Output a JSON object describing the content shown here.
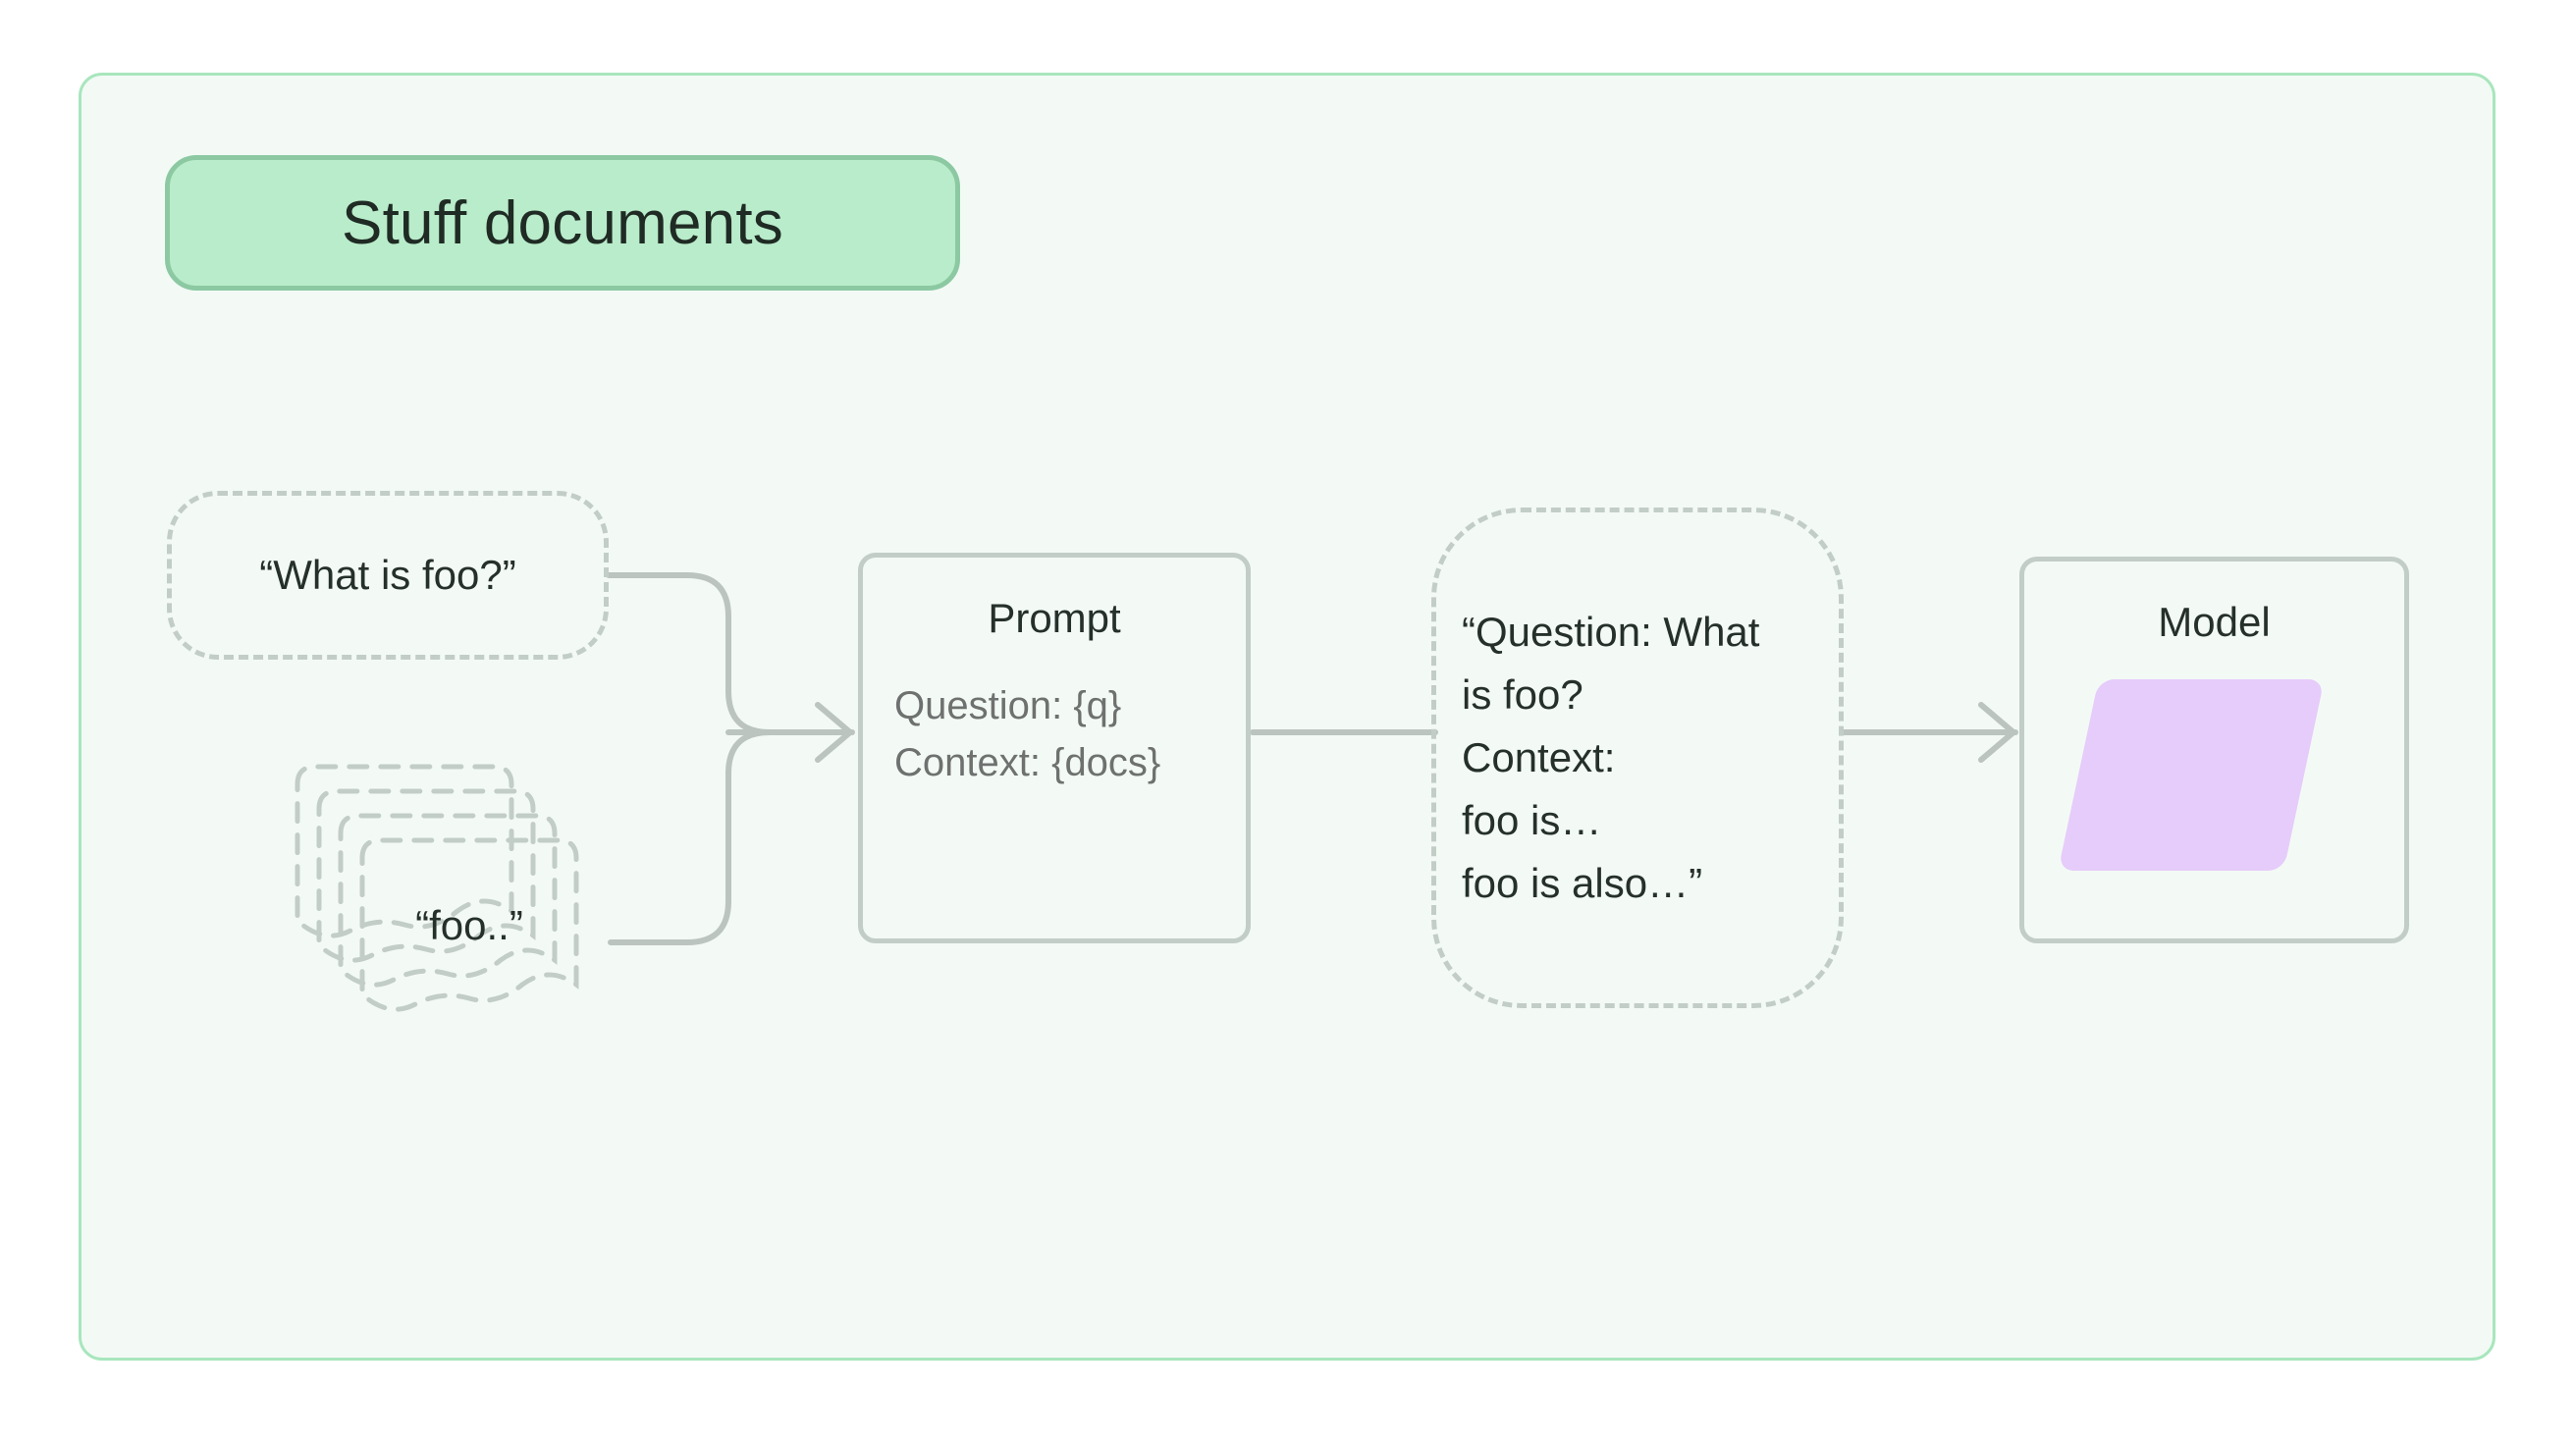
{
  "page": {
    "background": "#ffffff"
  },
  "container": {
    "background": "#f3faf5",
    "border_color": "#a8e6bd"
  },
  "title": {
    "label": "Stuff documents",
    "fill": "#b9ecca",
    "border_color": "#8cc9a3",
    "text_color": "#1f2b24"
  },
  "nodes": {
    "question": {
      "label": "“What is foo?”",
      "style": "dashed-pill",
      "border_color": "#c3cdc7"
    },
    "documents": {
      "label": "“foo..”",
      "style": "dashed-document-stack",
      "count": 4,
      "border_color": "#c3cdc7"
    },
    "prompt": {
      "title": "Prompt",
      "lines": [
        "Question: {q}",
        "Context: {docs}"
      ],
      "style": "solid-rounded-box",
      "border_color": "#c3cdc7",
      "title_color": "#26302b",
      "line_color": "#6e716f"
    },
    "filled_prompt": {
      "lines": [
        "“Question: What",
        "is foo?",
        "Context:",
        "foo is…",
        "foo is also…”"
      ],
      "style": "dashed-blob",
      "border_color": "#c3cdc7",
      "text_color": "#26302b"
    },
    "model": {
      "title": "Model",
      "style": "solid-rounded-box",
      "border_color": "#c3cdc7",
      "shape": "parallelogram",
      "shape_fill": "#e6ccfa"
    }
  },
  "edges": {
    "stroke_color": "#bcc4bf",
    "items": [
      {
        "from": "question",
        "to": "prompt",
        "arrow": true
      },
      {
        "from": "documents",
        "to": "prompt",
        "arrow": true
      },
      {
        "from": "prompt",
        "to": "filled_prompt",
        "arrow": false
      },
      {
        "from": "filled_prompt",
        "to": "model",
        "arrow": true
      }
    ]
  }
}
